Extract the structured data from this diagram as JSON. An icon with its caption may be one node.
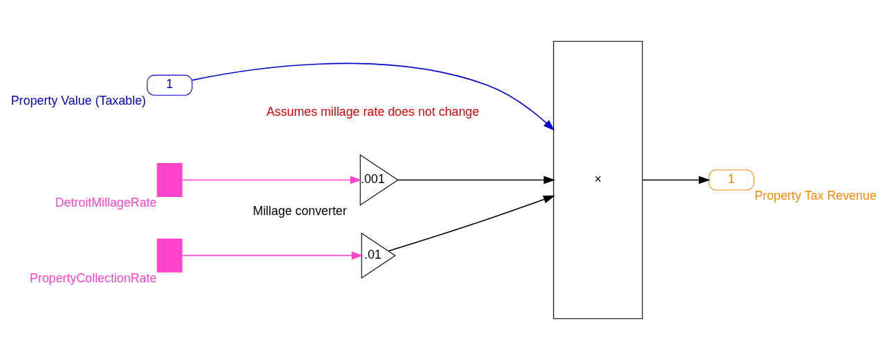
{
  "diagram": {
    "nodes": [
      {
        "text": [
          "1"
        ],
        "beside": [
          "Property Value (Taxable)"
        ]
      },
      {
        "text": [],
        "shape": "box",
        "beside": [
          "DetroitMillageRate"
        ]
      },
      {
        "text": [
          ".001"
        ],
        "beside": [
          "Millage converter"
        ]
      },
      {
        "text": [],
        "shape": "box",
        "beside": [
          "PropertyCollectionRate"
        ]
      },
      {
        "text": [
          ".01"
        ]
      },
      {
        "text": [
          "×"
        ]
      },
      {
        "text": [
          "1"
        ],
        "beside": [
          "Property Tax Revenue"
        ]
      }
    ],
    "edges": [
      {
        "from": 0,
        "to": 5,
        "arrow": "to",
        "color": "#0000cc"
      },
      {
        "from": 1,
        "to": 2,
        "arrow": "to",
        "color": "#ff44cc"
      },
      {
        "from": 2,
        "to": 5,
        "arrow": "to"
      },
      {
        "from": 3,
        "to": 4,
        "arrow": "to",
        "color": "#ff44cc"
      },
      {
        "from": 4,
        "to": 5,
        "arrow": "to"
      },
      {
        "from": 5,
        "to": 6,
        "arrow": "to"
      }
    ],
    "labels": [
      "Assumes millage rate does not change"
    ]
  }
}
